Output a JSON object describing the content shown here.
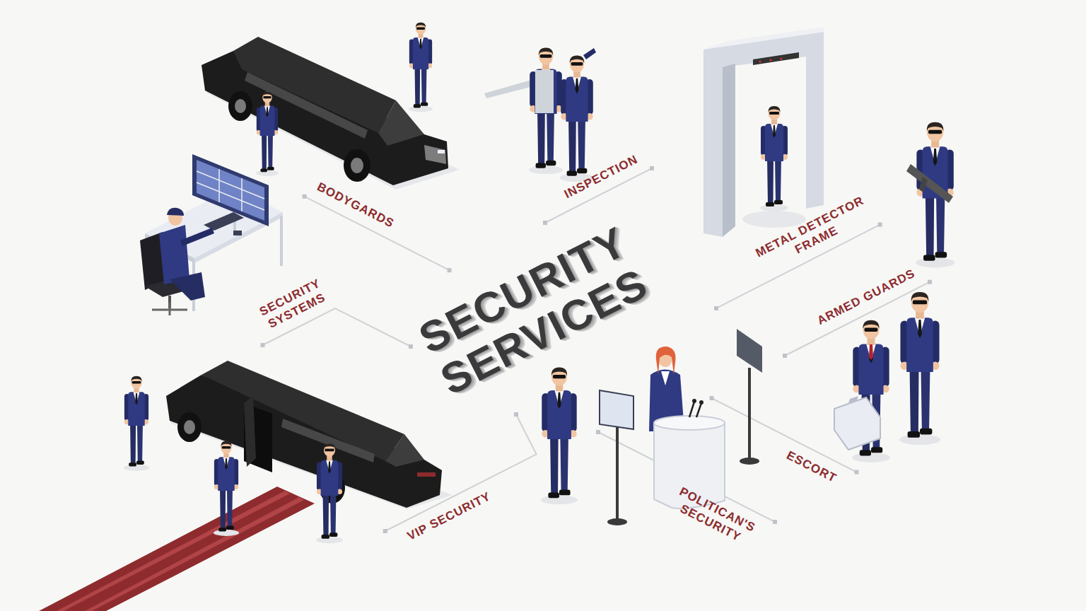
{
  "diagram": {
    "title": "SECURITY SERVICES",
    "labels": [
      "BODYGARDS",
      "INSPECTION",
      "METAL DETECTOR FRAME",
      "SECURITY SYSTEMS",
      "ARMED GUARDS",
      "ESCORT",
      "POLITICAN'S SECURITY",
      "VIP SECURITY"
    ]
  }
}
